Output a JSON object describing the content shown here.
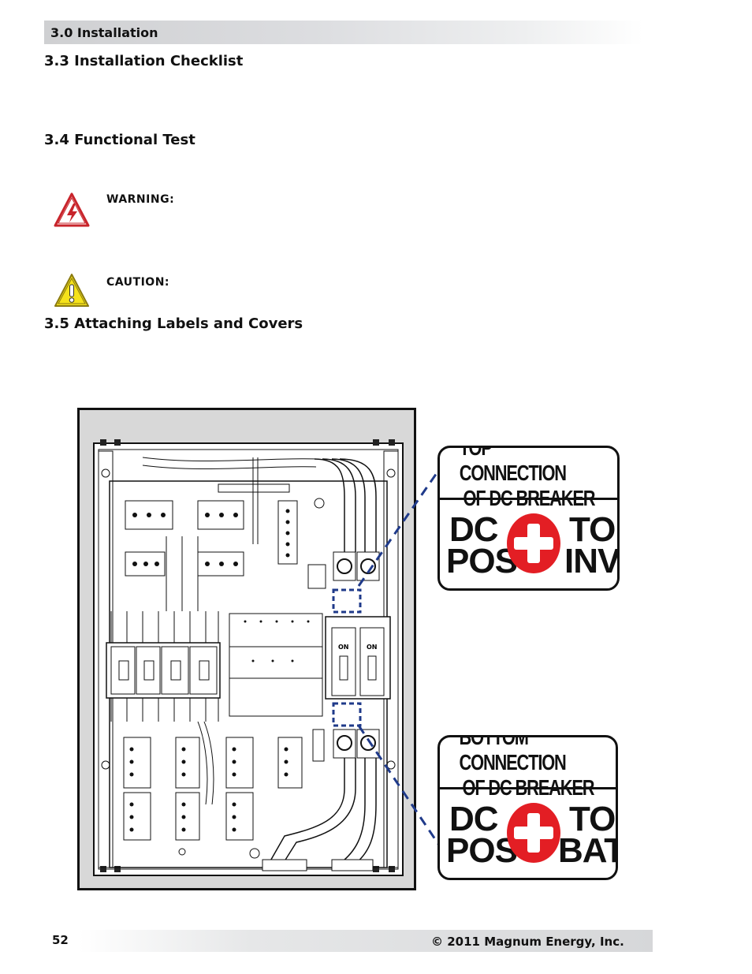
{
  "header": {
    "section": "3.0 Installation"
  },
  "sections": {
    "checklist_title": "3.3 Installation Checklist",
    "functional_title": "3.4 Functional Test",
    "labels_title": "3.5 Attaching Labels and Covers"
  },
  "notices": {
    "warning_label": "WARNING:",
    "caution_label": "CAUTION:"
  },
  "labels": {
    "top": {
      "line1": "TOP CONNECTION",
      "line2": "OF DC BREAKER",
      "left_top": "DC",
      "left_bottom": "POS",
      "right_top": "TO",
      "right_bottom": "INV"
    },
    "bottom": {
      "line1": "BOTTOM CONNECTION",
      "line2": "OF DC BREAKER",
      "left_top": "DC",
      "left_bottom": "POS",
      "right_top": "TO",
      "right_bottom": "BAT"
    }
  },
  "panel": {
    "breaker_on_1": "ON",
    "breaker_on_2": "ON"
  },
  "colors": {
    "accent_red": "#e31e24",
    "dashed_blue": "#1f3a8a",
    "warning_red": "#c8242b",
    "caution_yellow": "#f5e21a"
  },
  "footer": {
    "page_number": "52",
    "copyright": "© 2011 Magnum Energy, Inc."
  }
}
